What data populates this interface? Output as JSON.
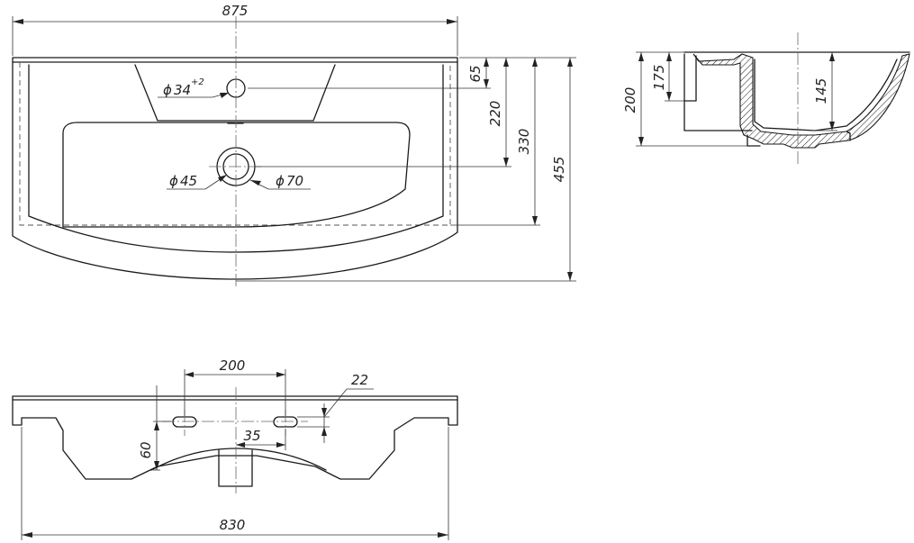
{
  "dimensions": {
    "top_width": "875",
    "depth_65": "65",
    "depth_220": "220",
    "depth_330": "330",
    "depth_455": "455",
    "tap_hole_diameter": "34",
    "tap_hole_tolerance": "+2",
    "drain_inner_diameter": "45",
    "drain_outer_diameter": "70",
    "side_height_200": "200",
    "side_height_175": "175",
    "side_bowl_depth_145": "145",
    "front_hole_spacing": "200",
    "front_hole_width": "22",
    "front_hole_offset": "35",
    "front_height_60": "60",
    "bottom_width": "830"
  },
  "symbols": {
    "diameter": "ϕ"
  }
}
